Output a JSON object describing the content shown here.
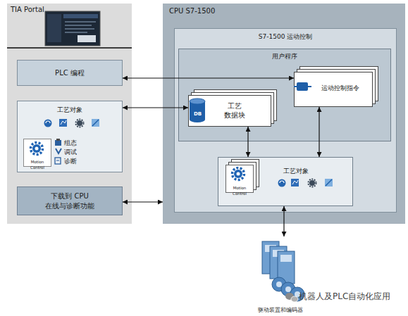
{
  "diagram": {
    "nodes": [
      {
        "text": [
          "TIA Portal"
        ]
      },
      {
        "text": [
          "PLC 编程"
        ],
        "in": 0
      },
      {
        "text": [
          "工艺对象",
          "组态",
          "调试",
          "诊断"
        ],
        "in": 0
      },
      {
        "text": [
          "Motion Control"
        ],
        "in": 2
      },
      {
        "text": [
          "下载到 CPU 在线与诊断功能"
        ],
        "in": 0
      },
      {
        "text": [
          "CPU S7-1500"
        ]
      },
      {
        "text": [
          "S7-1500 运动控制"
        ],
        "in": 5
      },
      {
        "text": [
          "用户程序"
        ],
        "in": 6
      },
      {
        "text": [
          "DB",
          "工艺 数据块"
        ],
        "in": 7
      },
      {
        "text": [
          "运动控制指令"
        ],
        "in": 7
      },
      {
        "text": [
          "工艺对象"
        ],
        "in": 6
      },
      {
        "text": [
          "Motion Control"
        ],
        "in": 10
      },
      {
        "text": [
          "驱动装置和编码器"
        ]
      }
    ],
    "edges": [
      {
        "from": 1,
        "to": 9,
        "arrow": "both"
      },
      {
        "from": 2,
        "to": 8,
        "arrow": "both"
      },
      {
        "from": 4,
        "to": 5,
        "arrow": "both"
      },
      {
        "from": 8,
        "to": 10,
        "arrow": "both"
      },
      {
        "from": 9,
        "to": 10,
        "arrow": "both"
      },
      {
        "from": 10,
        "to": 12,
        "arrow": "both"
      }
    ],
    "labels": [
      "机器人及PLC自动化应用"
    ]
  }
}
